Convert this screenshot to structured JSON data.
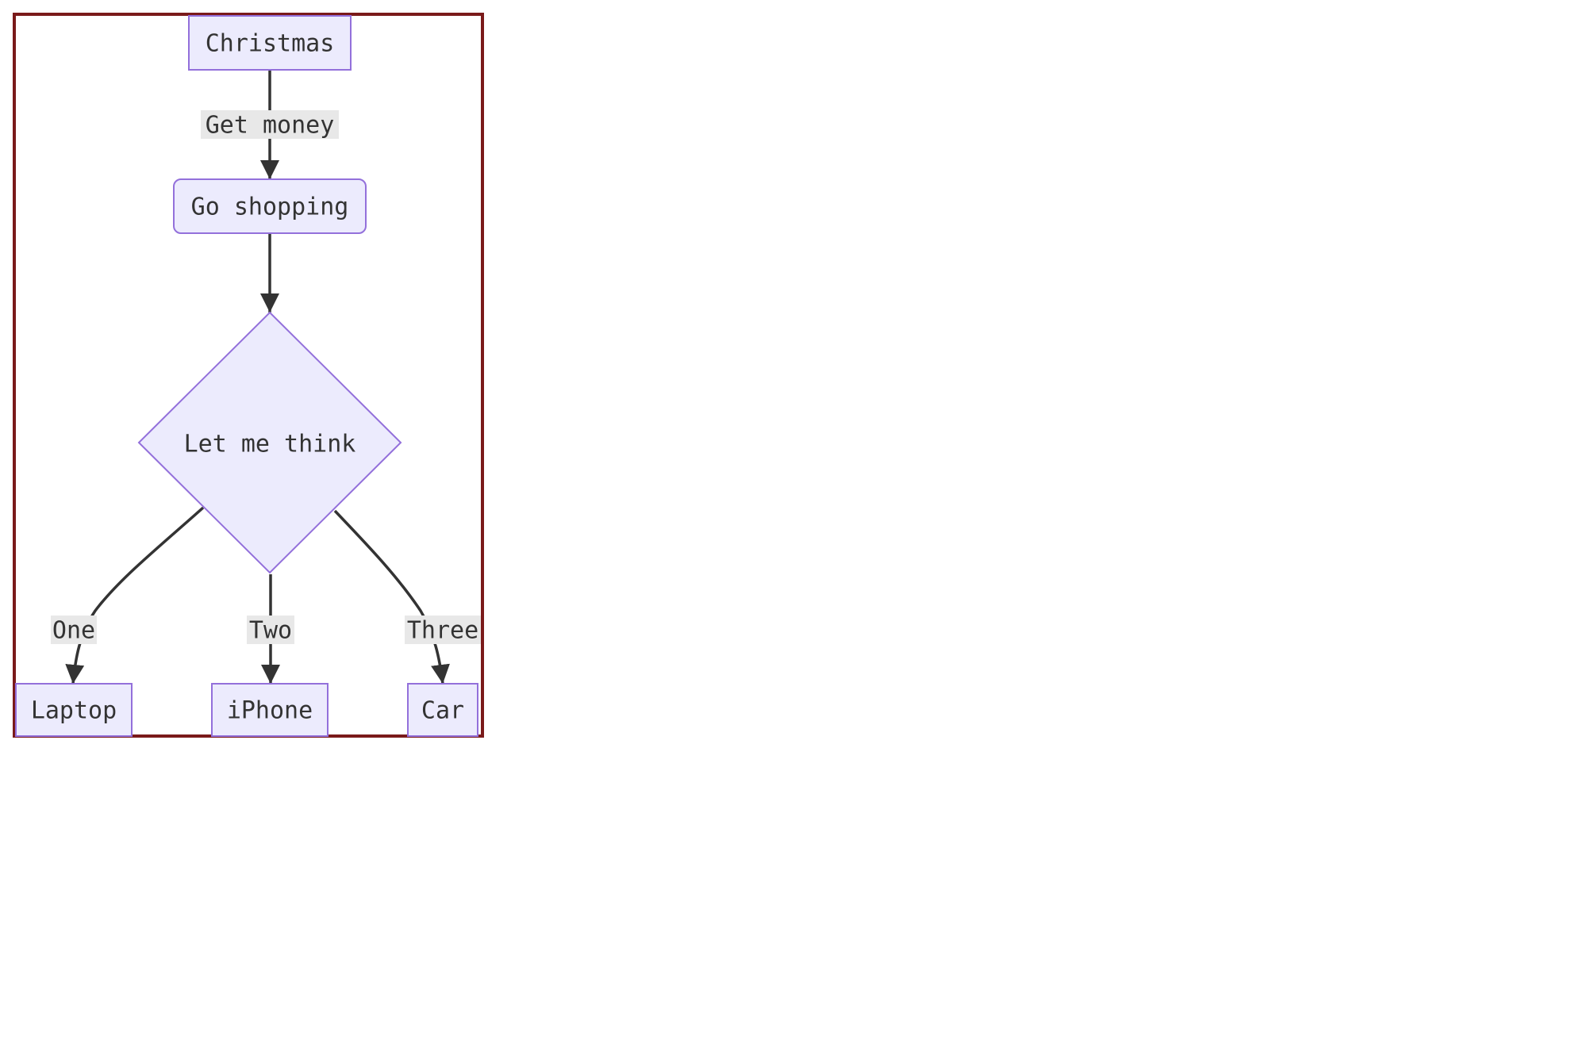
{
  "diagram": {
    "type": "flowchart",
    "colors": {
      "frame": "#7a1a1a",
      "node_fill": "#ecebfd",
      "node_stroke": "#9370db",
      "edge": "#333333",
      "edge_label_bg": "#e8e8e8",
      "text": "#333333"
    },
    "nodes": {
      "christmas": {
        "label": "Christmas",
        "shape": "rect"
      },
      "go_shopping": {
        "label": "Go shopping",
        "shape": "rounded-rect"
      },
      "decision": {
        "label": "Let me think",
        "shape": "diamond"
      },
      "laptop": {
        "label": "Laptop",
        "shape": "rect"
      },
      "iphone": {
        "label": "iPhone",
        "shape": "rect"
      },
      "car": {
        "label": "Car",
        "shape": "rect"
      }
    },
    "edges": {
      "get_money": {
        "from": "Christmas",
        "to": "Go shopping",
        "label": "Get money"
      },
      "to_decision": {
        "from": "Go shopping",
        "to": "Let me think",
        "label": ""
      },
      "one": {
        "from": "Let me think",
        "to": "Laptop",
        "label": "One"
      },
      "two": {
        "from": "Let me think",
        "to": "iPhone",
        "label": "Two"
      },
      "three": {
        "from": "Let me think",
        "to": "Car",
        "label": "Three"
      }
    }
  }
}
